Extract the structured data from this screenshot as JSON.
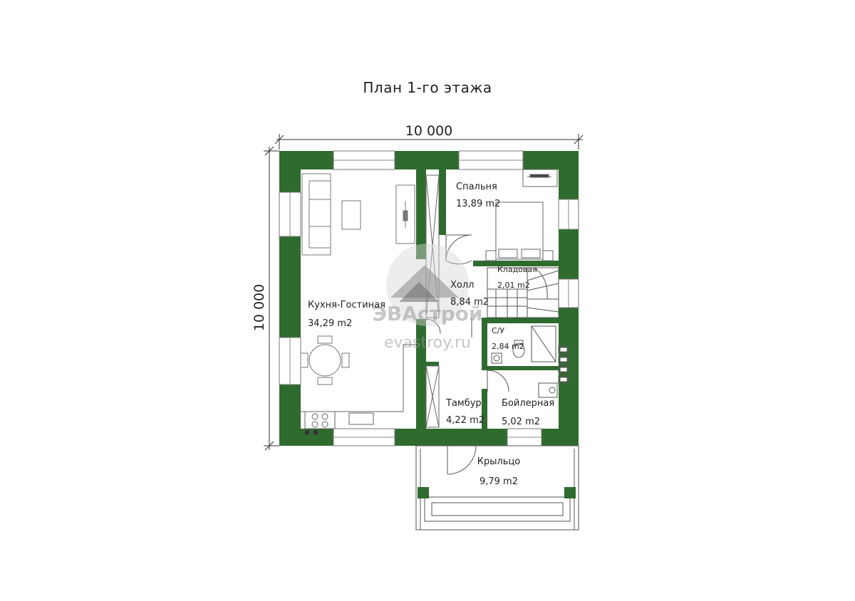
{
  "plan": {
    "title": "План 1-го этажа",
    "width_label": "10 000",
    "height_label": "10 000"
  },
  "rooms": {
    "kitchen": {
      "name": "Кухня-Гостиная",
      "area": "34,29 m2"
    },
    "bedroom": {
      "name": "Спальня",
      "area": "13,89 m2"
    },
    "pantry": {
      "name": "Кладовая",
      "area": "2,01 m2"
    },
    "hall": {
      "name": "Холл",
      "area": "8,84 m2"
    },
    "wc": {
      "name": "С/У",
      "area": "2,84 m2"
    },
    "vestibule": {
      "name": "Тамбур",
      "area": "4,22 m2"
    },
    "boiler": {
      "name": "Бойлерная",
      "area": "5,02 m2"
    },
    "porch": {
      "name": "Крыльцо",
      "area": "9,79 m2"
    }
  },
  "watermark": {
    "brand": "ЭВАстрой",
    "site": "evastroy.ru"
  },
  "colors": {
    "wall": "#2f6b2f",
    "line": "#555555",
    "furniture": "#999999"
  }
}
